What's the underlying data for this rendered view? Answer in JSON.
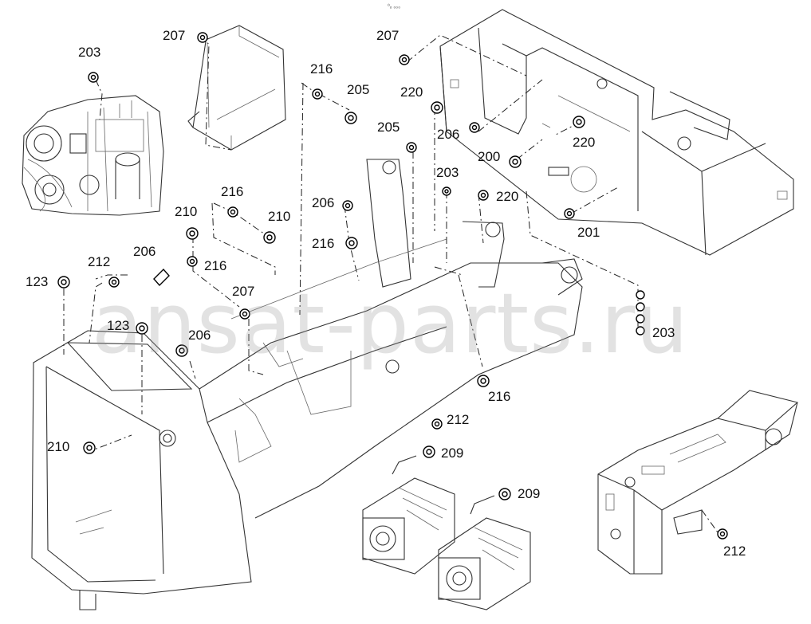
{
  "watermark": "ansat-parts.ru",
  "corner_mark": "⁰ₒ ₀₀₀",
  "callouts": [
    {
      "text": "207"
    },
    {
      "text": "203"
    },
    {
      "text": "207"
    },
    {
      "text": "216"
    },
    {
      "text": "205"
    },
    {
      "text": "220"
    },
    {
      "text": "205"
    },
    {
      "text": "206"
    },
    {
      "text": "220"
    },
    {
      "text": "200"
    },
    {
      "text": "203"
    },
    {
      "text": "220"
    },
    {
      "text": "201"
    },
    {
      "text": "216"
    },
    {
      "text": "210"
    },
    {
      "text": "210"
    },
    {
      "text": "206"
    },
    {
      "text": "216"
    },
    {
      "text": "212"
    },
    {
      "text": "206"
    },
    {
      "text": "216"
    },
    {
      "text": "123"
    },
    {
      "text": "207"
    },
    {
      "text": "123"
    },
    {
      "text": "206"
    },
    {
      "text": "203"
    },
    {
      "text": "216"
    },
    {
      "text": "212"
    },
    {
      "text": "210"
    },
    {
      "text": "209"
    },
    {
      "text": "209"
    },
    {
      "text": "212"
    }
  ]
}
